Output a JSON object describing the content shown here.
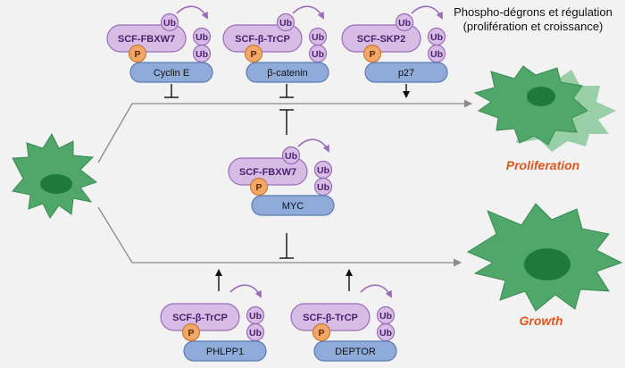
{
  "title": {
    "line1": "Phospho-dégrons et régulation",
    "line2": "(prolifération et croissance)"
  },
  "complexes": {
    "cyclin_e": {
      "ligase": "SCF-FBXW7",
      "substrate": "Cyclin E",
      "ub": "Ub",
      "p": "P"
    },
    "beta_catenin": {
      "ligase": "SCF-β-TrCP",
      "substrate": "β-catenin",
      "ub": "Ub",
      "p": "P"
    },
    "p27": {
      "ligase": "SCF-SKP2",
      "substrate": "p27",
      "ub": "Ub",
      "p": "P"
    },
    "myc": {
      "ligase": "SCF-FBXW7",
      "substrate": "MYC",
      "ub": "Ub",
      "p": "P"
    },
    "phlpp1": {
      "ligase": "SCF-β-TrCP",
      "substrate": "PHLPP1",
      "ub": "Ub",
      "p": "P"
    },
    "deptor": {
      "ligase": "SCF-β-TrCP",
      "substrate": "DEPTOR",
      "ub": "Ub",
      "p": "P"
    }
  },
  "outcomes": {
    "proliferation": "Proliferation",
    "growth": "Growth"
  },
  "colors": {
    "ligase_fill": "#d7bde6",
    "ligase_stroke": "#9b6cb8",
    "substrate_fill": "#8fabd9",
    "substrate_stroke": "#5d7bb0",
    "phospho_fill": "#f3a766",
    "cell_fill": "#4fa86a",
    "nucleus_fill": "#1e7a3c",
    "outcome_text": "#e2541e",
    "arrow": "#9b6cb8"
  }
}
